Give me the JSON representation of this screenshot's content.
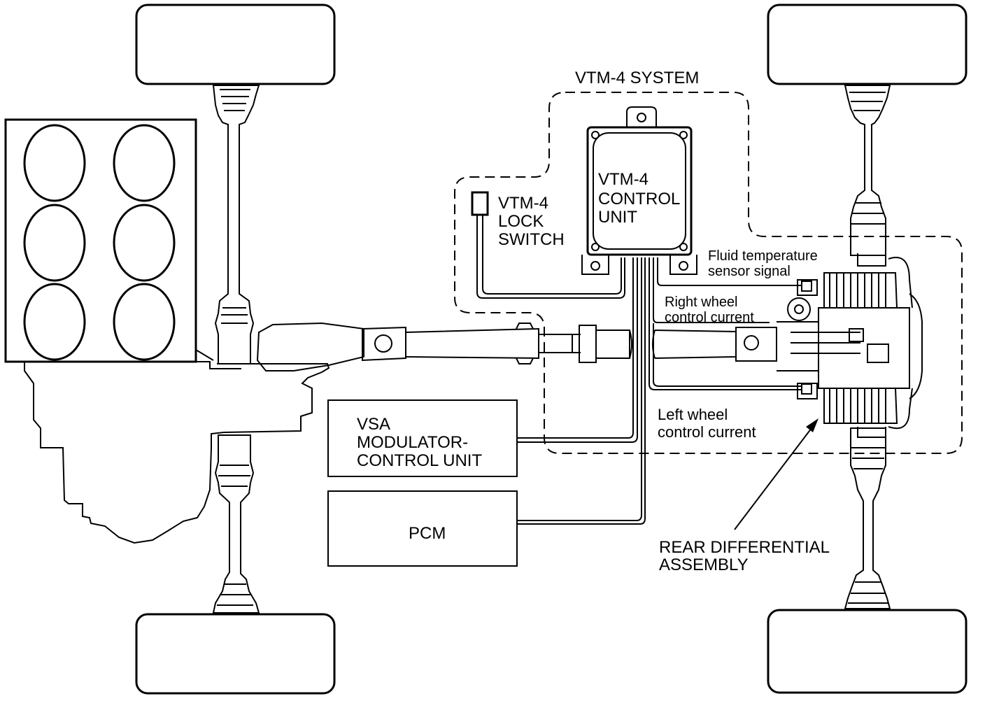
{
  "labels": {
    "system_title": "VTM-4 SYSTEM",
    "control_unit": [
      "VTM-4",
      "CONTROL",
      "UNIT"
    ],
    "lock_switch": [
      "VTM-4",
      "LOCK",
      "SWITCH"
    ],
    "fluid_temp": [
      "Fluid temperature",
      "sensor signal"
    ],
    "right_wheel": [
      "Right wheel",
      "control current"
    ],
    "left_wheel": [
      "Left wheel",
      "control current"
    ],
    "vsa": [
      "VSA",
      "MODULATOR-",
      "CONTROL UNIT"
    ],
    "pcm": "PCM",
    "rear_diff": [
      "REAR DIFFERENTIAL",
      "ASSEMBLY"
    ]
  },
  "colors": {
    "line": "#000000",
    "background": "#ffffff"
  }
}
